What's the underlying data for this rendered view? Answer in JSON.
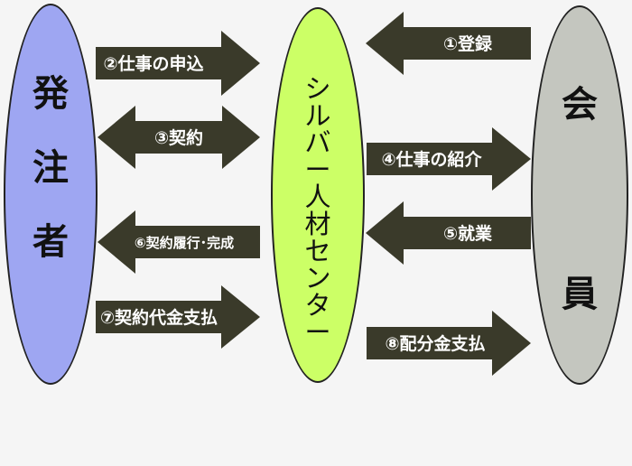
{
  "left_actor": {
    "chars": [
      "発",
      "注",
      "者"
    ],
    "color": "#9ea6f2"
  },
  "center_actor": {
    "chars": [
      "シ",
      "ル",
      "バ",
      "ー",
      "人",
      "材",
      "セ",
      "ン",
      "タ",
      "ー"
    ],
    "color": "#ccff66"
  },
  "right_actor": {
    "chars": [
      "会",
      "員"
    ],
    "color": "#c4c6bf"
  },
  "arrows": [
    {
      "id": "a1",
      "label": "①登録",
      "direction": "left",
      "between": "right-to-center"
    },
    {
      "id": "a2",
      "label": "②仕事の申込",
      "direction": "right",
      "between": "left-to-center"
    },
    {
      "id": "a3",
      "label": "③契約",
      "direction": "both",
      "between": "left-center"
    },
    {
      "id": "a4",
      "label": "④仕事の紹介",
      "direction": "right",
      "between": "center-to-right"
    },
    {
      "id": "a5",
      "label": "⑤就業",
      "direction": "left",
      "between": "right-to-center"
    },
    {
      "id": "a6",
      "label": "⑥契約履行･完成",
      "direction": "left",
      "between": "center-to-left"
    },
    {
      "id": "a7",
      "label": "⑦契約代金支払",
      "direction": "right",
      "between": "left-to-center"
    },
    {
      "id": "a8",
      "label": "⑧配分金支払",
      "direction": "right",
      "between": "center-to-right"
    }
  ],
  "colors": {
    "arrow_fill": "#3a3a2a",
    "arrow_text": "#ffffff"
  }
}
